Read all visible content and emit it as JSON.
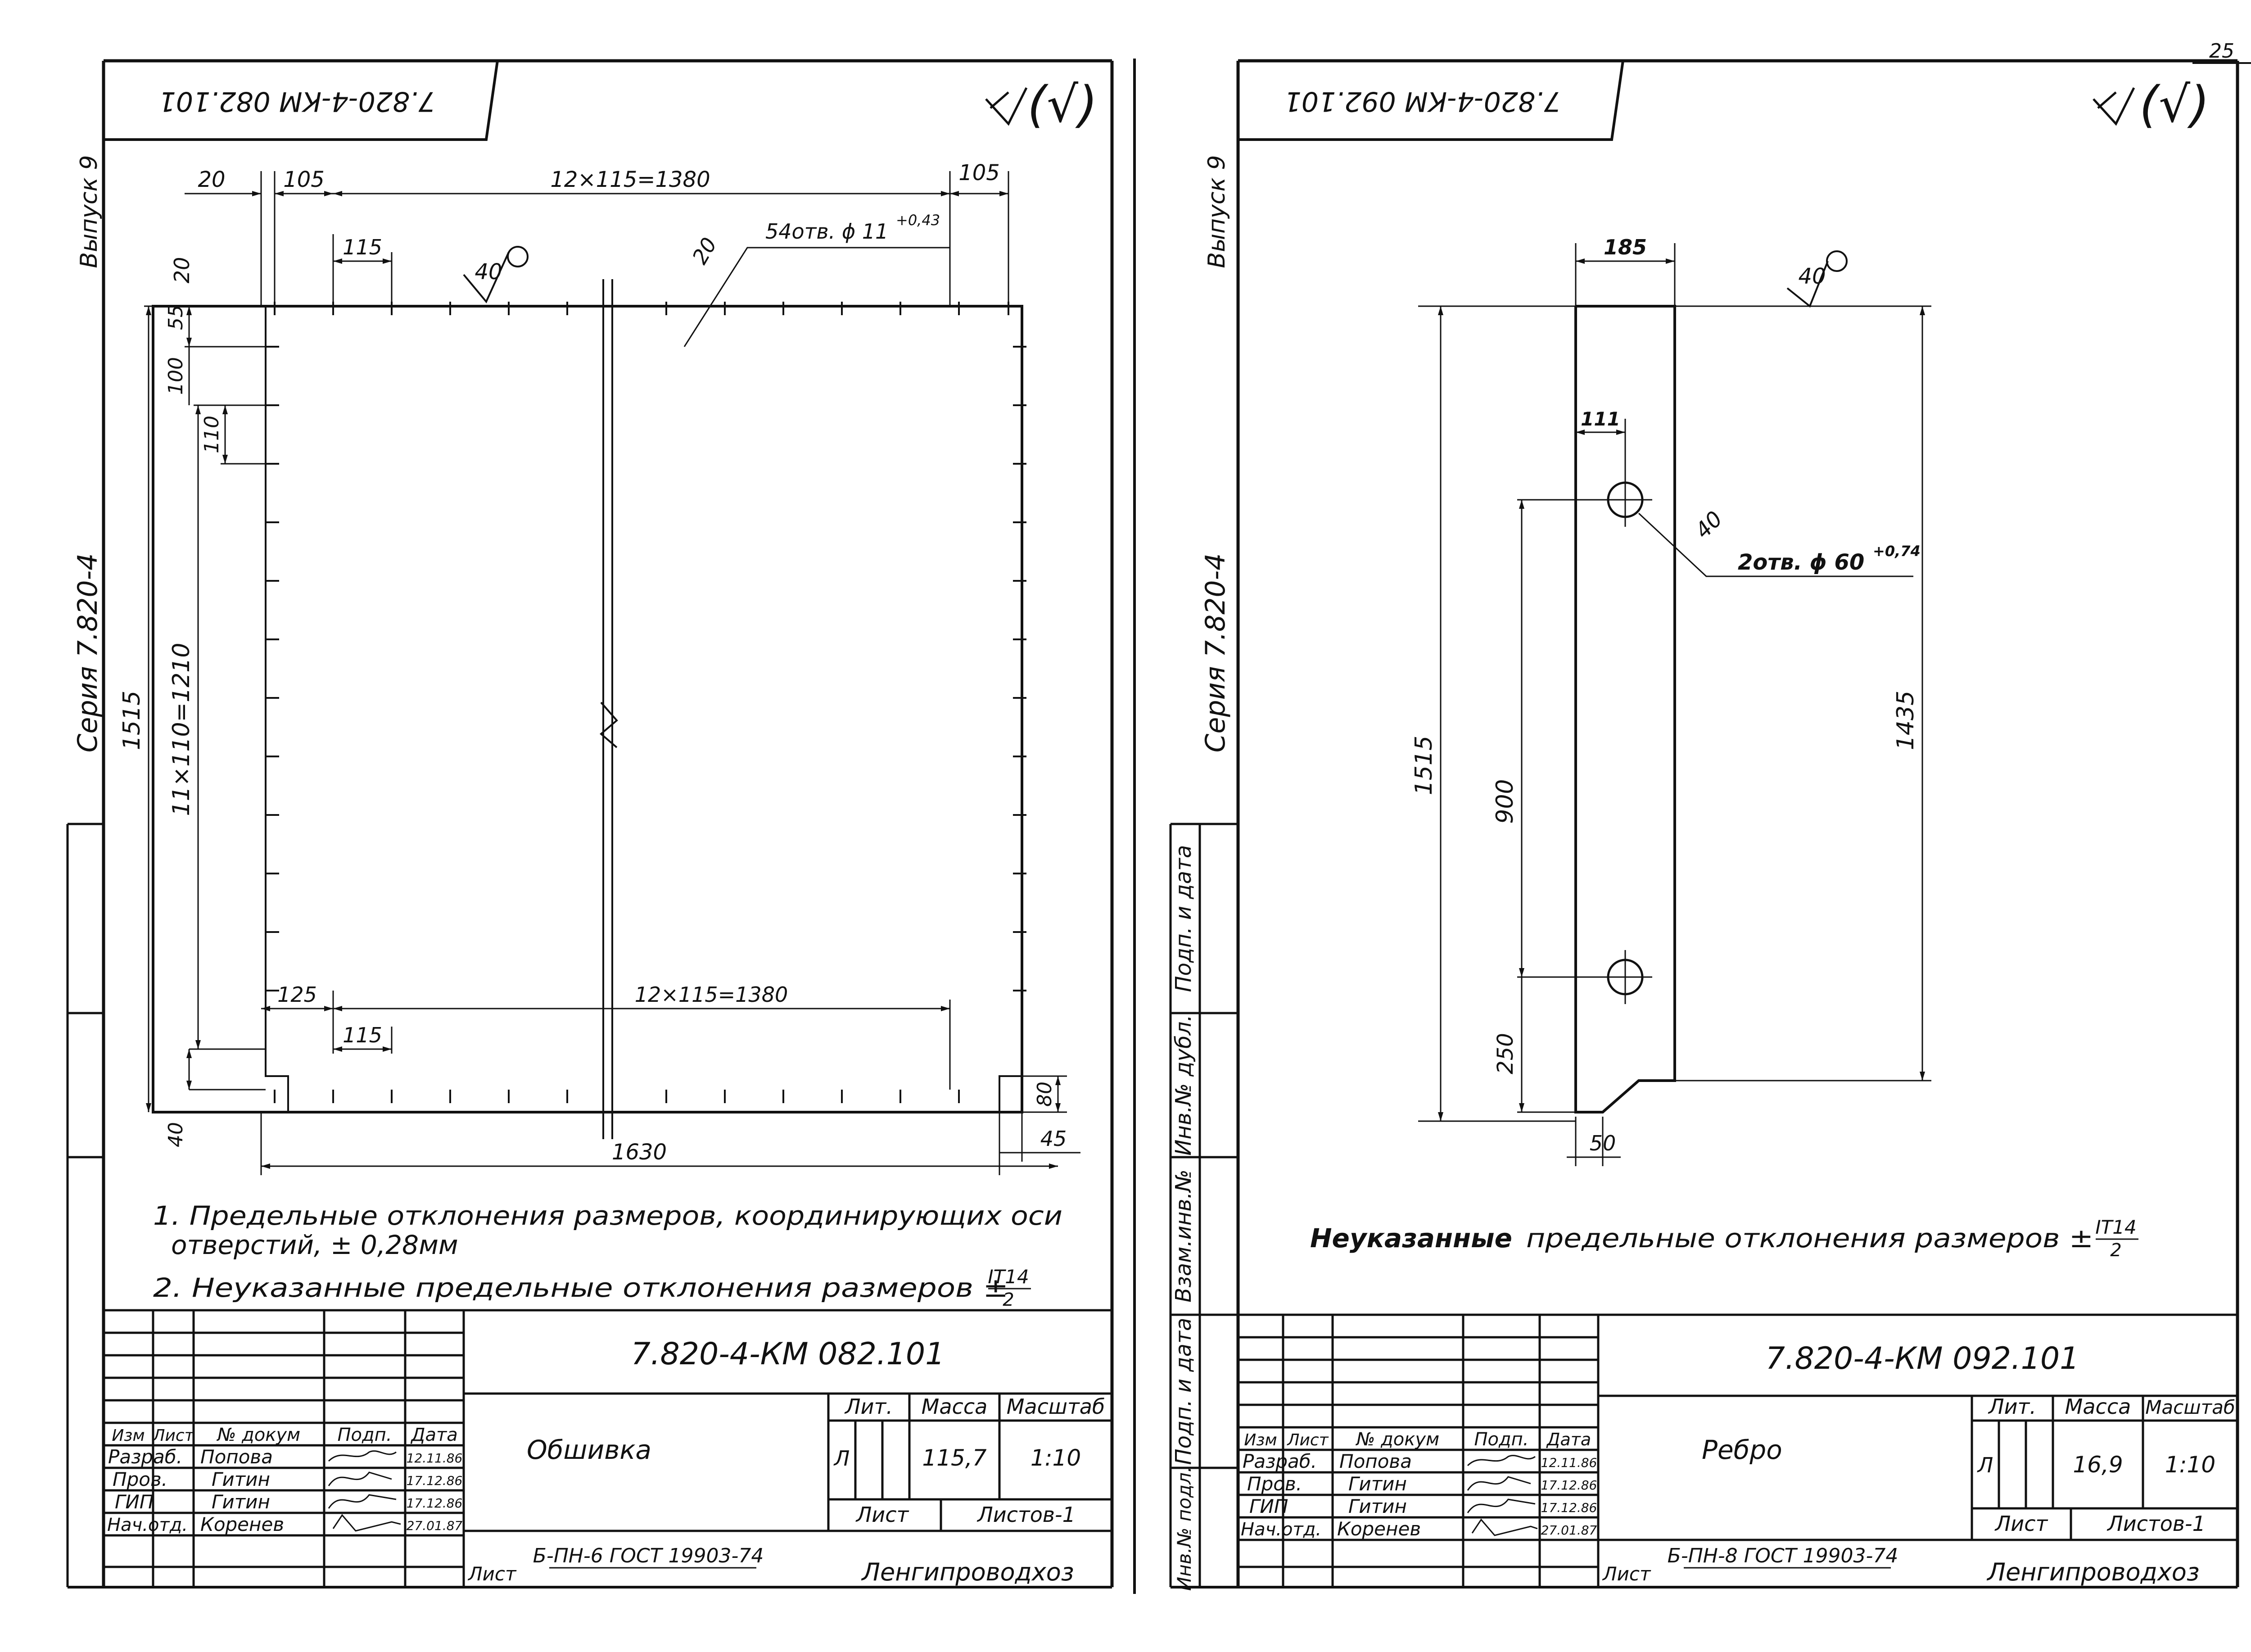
{
  "page_number": "25",
  "left_sheet": {
    "stamp_code_mirrored": "7.820-4-КМ 082.101",
    "roughness": "(√)",
    "margin_issue": "Выпуск 9",
    "margin_series": "Серия 7.820-4",
    "dims": {
      "top_20": "20",
      "top_105_left": "105",
      "top_span": "12×115=1380",
      "top_105_right": "105",
      "top_115": "115",
      "rough_40": "40",
      "angle_20": "20",
      "holes": "54отв. ϕ 11",
      "holes_tol": "+0,43",
      "left_20": "20",
      "left_55": "55",
      "left_100": "100",
      "left_110": "110",
      "left_1515": "1515",
      "left_span": "11×110=1210",
      "left_40": "40",
      "bottom_125": "125",
      "bottom_span": "12×115=1380",
      "bottom_115": "115",
      "right_80": "80",
      "right_45": "45",
      "overall_1630": "1630"
    },
    "notes": [
      "1. Предельные отклонения размеров, координирующих оси",
      "отверстий, ± 0,28мм",
      "2. Неуказанные предельные отклонения размеров ±"
    ],
    "note_tolerance": "IT14",
    "note_tolerance_den": "2",
    "title_block": {
      "designation": "7.820-4-КМ 082.101",
      "name": "Обшивка",
      "headers": [
        "Изм",
        "Лист",
        "№ докум",
        "Подп.",
        "Дата"
      ],
      "rows": [
        {
          "role": "Разраб.",
          "name": "Попова",
          "date": "12.11.86"
        },
        {
          "role": "Пров.",
          "name": "Гитин",
          "date": "17.12.86"
        },
        {
          "role": "ГИП",
          "name": "Гитин",
          "date": "17.12.86"
        },
        {
          "role": "Нач.отд.",
          "name": "Коренев",
          "date": "27.01.87"
        }
      ],
      "lit_label": "Лит.",
      "mass_label": "Масса",
      "scale_label": "Масштаб",
      "lit_value": "Л",
      "mass_value": "115,7",
      "scale_value": "1:10",
      "sheet_label": "Лист",
      "sheets_label": "Листов-1",
      "material_prefix": "Лист",
      "material": "Б-ПН-6 ГОСТ 19903-74",
      "organization": "Ленгипроводхоз"
    }
  },
  "right_sheet": {
    "stamp_code_mirrored": "7.820-4-КМ 092.101",
    "roughness": "(√)",
    "margin_issue": "Выпуск 9",
    "margin_series": "Серия 7.820-4",
    "margin_cells": [
      "Подп. и дата",
      "Инв.№ дубл.",
      "Взам.инв.№",
      "Подп. и дата",
      "Инв.№ подл."
    ],
    "dims": {
      "width_185": "185",
      "rough_40_top": "40",
      "offset_111": "111",
      "rough_40_hole": "40",
      "holes": "2отв. ϕ 60",
      "holes_tol": "+0,74",
      "height_1515": "1515",
      "hole_900": "900",
      "height_1435": "1435",
      "bottom_250": "250",
      "chamfer_50": "50"
    },
    "note_label": "Неуказанные",
    "note_rest": "предельные отклонения размеров ±",
    "note_tolerance": "IT14",
    "note_tolerance_den": "2",
    "title_block": {
      "designation": "7.820-4-КМ 092.101",
      "name": "Ребро",
      "headers": [
        "Изм",
        "Лист",
        "№ докум",
        "Подп.",
        "Дата"
      ],
      "rows": [
        {
          "role": "Разраб.",
          "name": "Попова",
          "date": "12.11.86"
        },
        {
          "role": "Пров.",
          "name": "Гитин",
          "date": "17.12.86"
        },
        {
          "role": "ГИП",
          "name": "Гитин",
          "date": "17.12.86"
        },
        {
          "role": "Нач.отд.",
          "name": "Коренев",
          "date": "27.01.87"
        }
      ],
      "lit_label": "Лит.",
      "mass_label": "Масса",
      "scale_label": "Масштаб",
      "lit_value": "Л",
      "mass_value": "16,9",
      "scale_value": "1:10",
      "sheet_label": "Лист",
      "sheets_label": "Листов-1",
      "material_prefix": "Лист",
      "material": "Б-ПН-8 ГОСТ 19903-74",
      "organization": "Ленгипроводхоз"
    }
  }
}
